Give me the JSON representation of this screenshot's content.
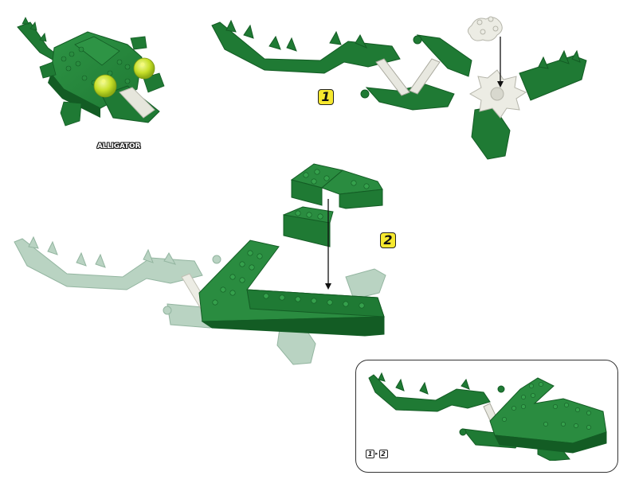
{
  "page": {
    "type": "building-instructions",
    "background": "#ffffff"
  },
  "model": {
    "name": "ALLIGATOR",
    "caption": "ALLIGATOR",
    "primary_color": "#1f7a34",
    "accent_eye_color": "#c8e02a",
    "accent_snout_color": "#e6e6dc"
  },
  "steps": [
    {
      "number": "1",
      "badge_label": "1",
      "badge_color": "#f6e82e",
      "description_visual": "Green rod-and-connector body frame with white hub; white 4-stud round plate drops onto center hub (arrow)"
    },
    {
      "number": "2",
      "badge_label": "2",
      "badge_color": "#f6e82e",
      "description_visual": "Two green 2x4 bricks stack onto T-shaped green brick platform placed over the frame (arrow)"
    }
  ],
  "summary": {
    "range_label": "1-2",
    "from_step": "1",
    "separator": "▸",
    "to_step": "2",
    "description_visual": "Completed sub-assembly after steps 1 and 2"
  },
  "colors": {
    "green_dark": "#135c24",
    "green_main": "#1f7a34",
    "green_light": "#2e9445",
    "ghost_green": "#b9d3c2",
    "ghost_green_dark": "#93b5a0",
    "white_part": "#ecece4",
    "white_part_shade": "#c9c9bf",
    "arrow": "#111111"
  }
}
